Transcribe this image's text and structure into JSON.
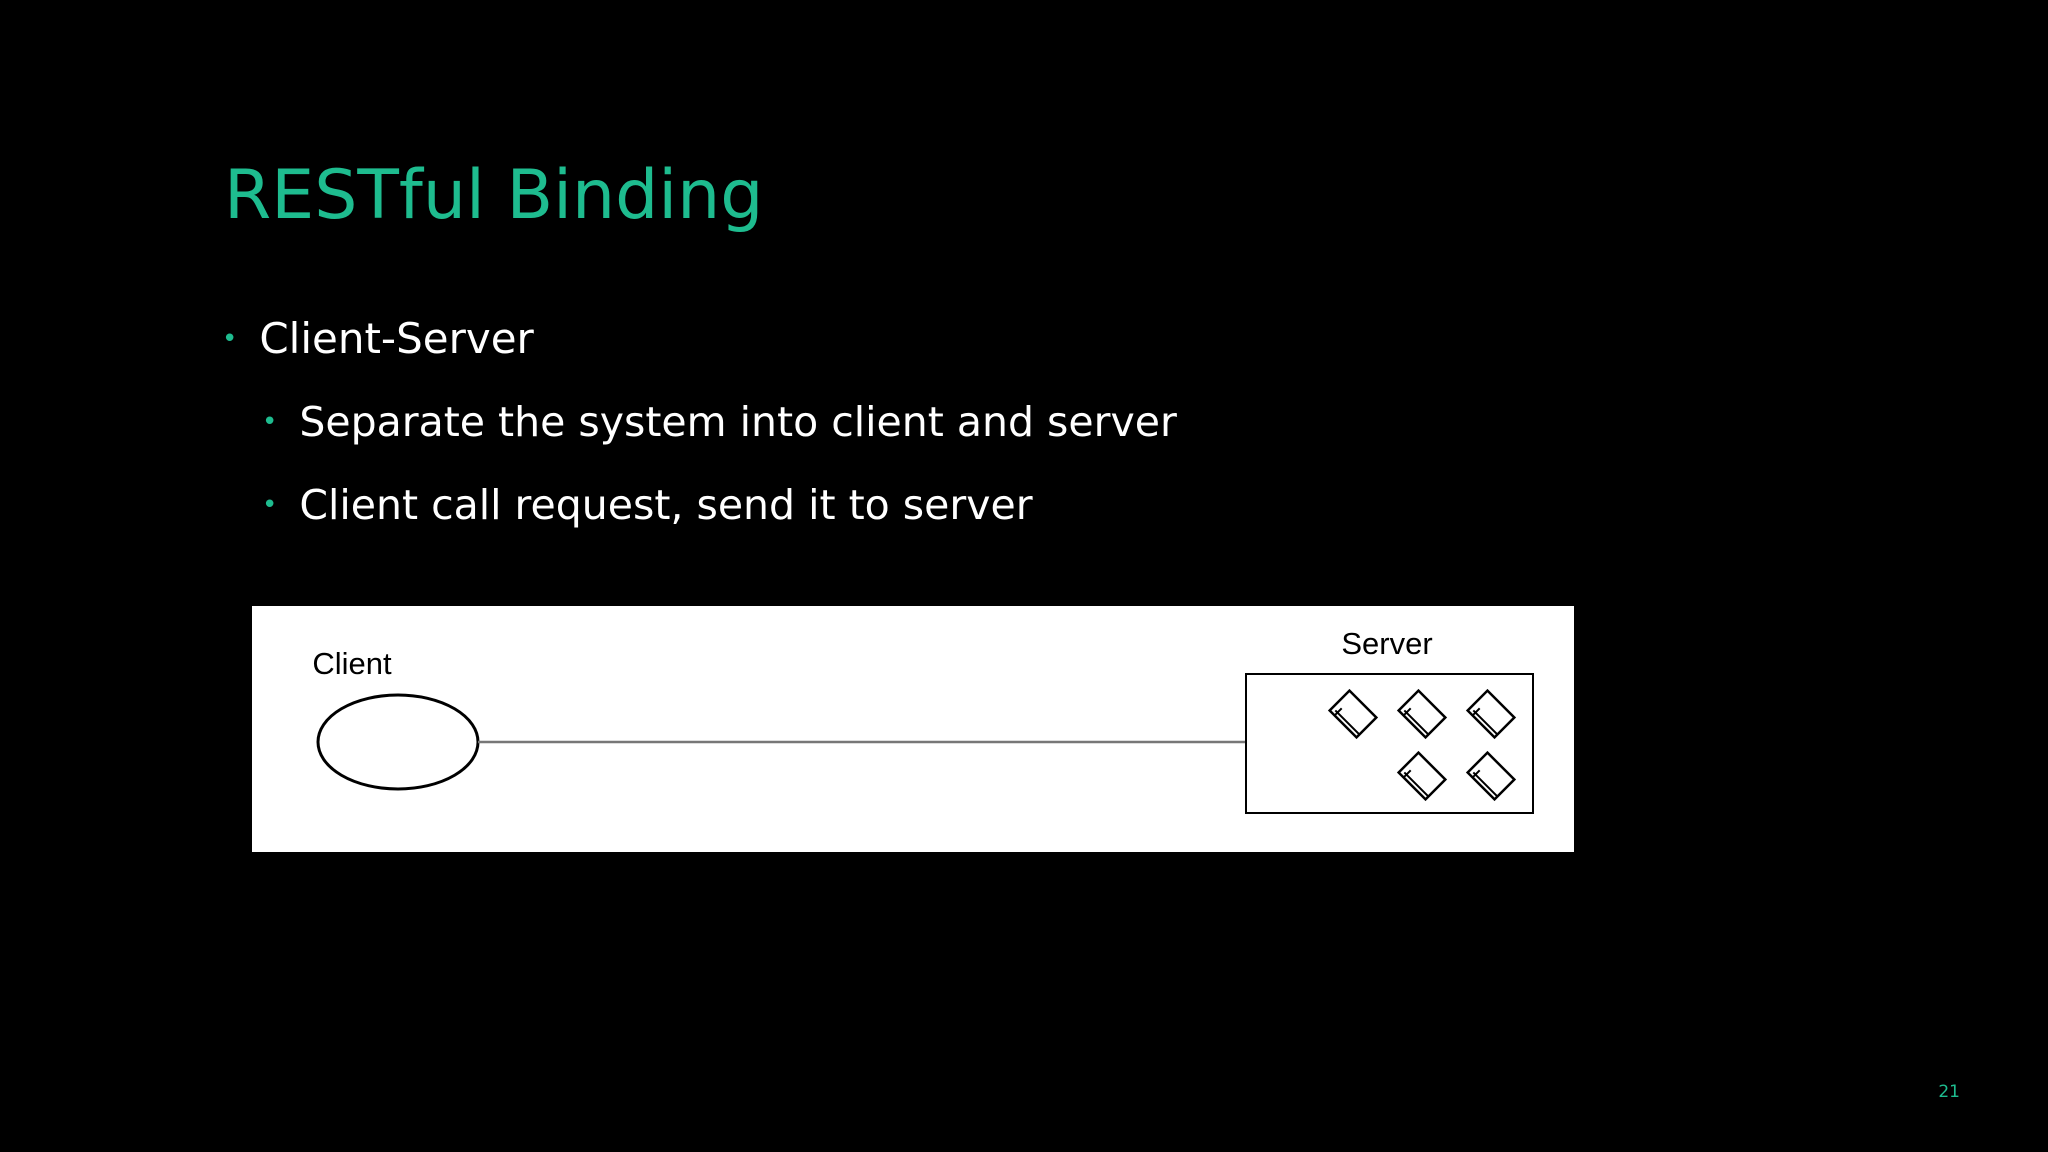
{
  "slide": {
    "title": "RESTful Binding",
    "bullets": [
      {
        "text": "Client-Server",
        "children": [
          "Separate the system into client and server",
          "Client call request, send it to server"
        ]
      }
    ],
    "diagram": {
      "client_label": "Client",
      "server_label": "Server",
      "server_document_count": 5
    },
    "page_number": "21",
    "colors": {
      "background": "#000000",
      "accent": "#1ebc8f",
      "text": "#ffffff"
    }
  }
}
